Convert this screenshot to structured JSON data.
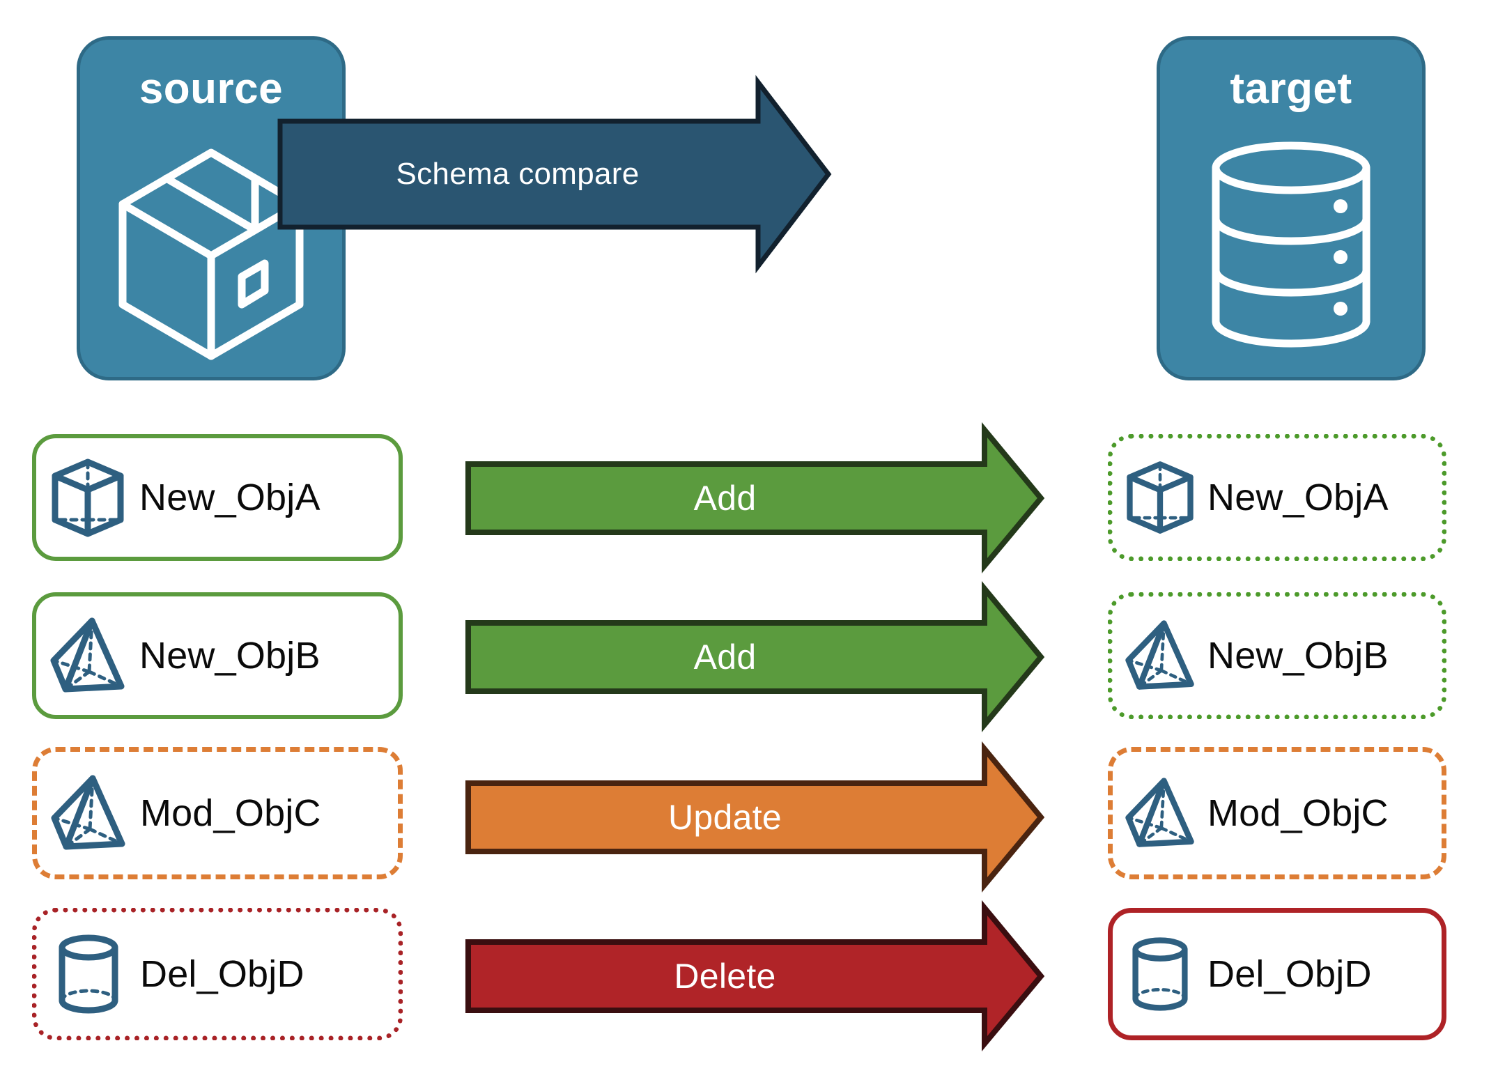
{
  "colors": {
    "endpoint_fill": "#3D85A5",
    "endpoint_border": "#2E6A86",
    "compare_arrow_fill": "#2A5571",
    "compare_arrow_border": "#12212E",
    "add_fill": "#5B9B3E",
    "add_border": "#24391A",
    "update_fill": "#DD7D35",
    "update_border": "#4A2410",
    "delete_fill": "#B02428",
    "delete_border": "#3A0E10",
    "object_icon": "#2E5F80",
    "label_text": "#0A0A0A",
    "arrow_text": "#FFFFFF"
  },
  "endpoints": {
    "source": {
      "title": "source",
      "icon": "package-box-icon"
    },
    "target": {
      "title": "target",
      "icon": "database-cylinder-icon"
    }
  },
  "compare_arrow": {
    "label": "Schema compare",
    "icon": "right-arrow-icon"
  },
  "rows": [
    {
      "action": "Add",
      "action_icon": "right-arrow-icon",
      "arrow_style": "add",
      "source": {
        "label": "New_ObjA",
        "icon": "cube-wireframe-icon",
        "border": "solid-green"
      },
      "target": {
        "label": "New_ObjA",
        "icon": "cube-wireframe-icon",
        "border": "dotted-green"
      }
    },
    {
      "action": "Add",
      "action_icon": "right-arrow-icon",
      "arrow_style": "add",
      "source": {
        "label": "New_ObjB",
        "icon": "pyramid-wireframe-icon",
        "border": "solid-green"
      },
      "target": {
        "label": "New_ObjB",
        "icon": "pyramid-wireframe-icon",
        "border": "dotted-green"
      }
    },
    {
      "action": "Update",
      "action_icon": "right-arrow-icon",
      "arrow_style": "update",
      "source": {
        "label": "Mod_ObjC",
        "icon": "pyramid-wireframe-icon",
        "border": "dashed-orange"
      },
      "target": {
        "label": "Mod_ObjC",
        "icon": "pyramid-wireframe-icon",
        "border": "dashed-orange"
      }
    },
    {
      "action": "Delete",
      "action_icon": "right-arrow-icon",
      "arrow_style": "delete",
      "source": {
        "label": "Del_ObjD",
        "icon": "cylinder-wireframe-icon",
        "border": "dotted-red"
      },
      "target": {
        "label": "Del_ObjD",
        "icon": "cylinder-wireframe-icon",
        "border": "solid-red"
      }
    }
  ]
}
